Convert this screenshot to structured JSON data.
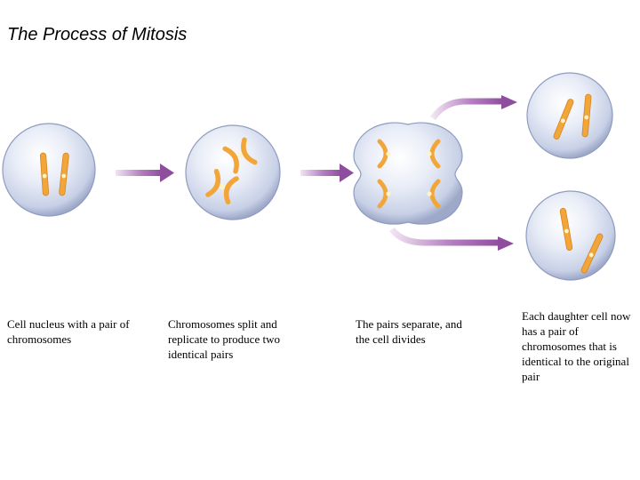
{
  "title": "The Process of Mitosis",
  "captions": {
    "step1": "Cell nucleus with a pair of chromosomes",
    "step2": "Chromosomes split and replicate to produce two identical pairs",
    "step3": "The pairs separate, and the cell divides",
    "step4": "Each daughter cell now has a pair of chromosomes that is identical to the original pair"
  },
  "colors": {
    "cell_fill": "#cdd6ea",
    "cell_edge": "#8e9cbf",
    "chromosome": "#f2a63a",
    "centromere": "#fff3c8",
    "arrow": "#9b58a8"
  }
}
